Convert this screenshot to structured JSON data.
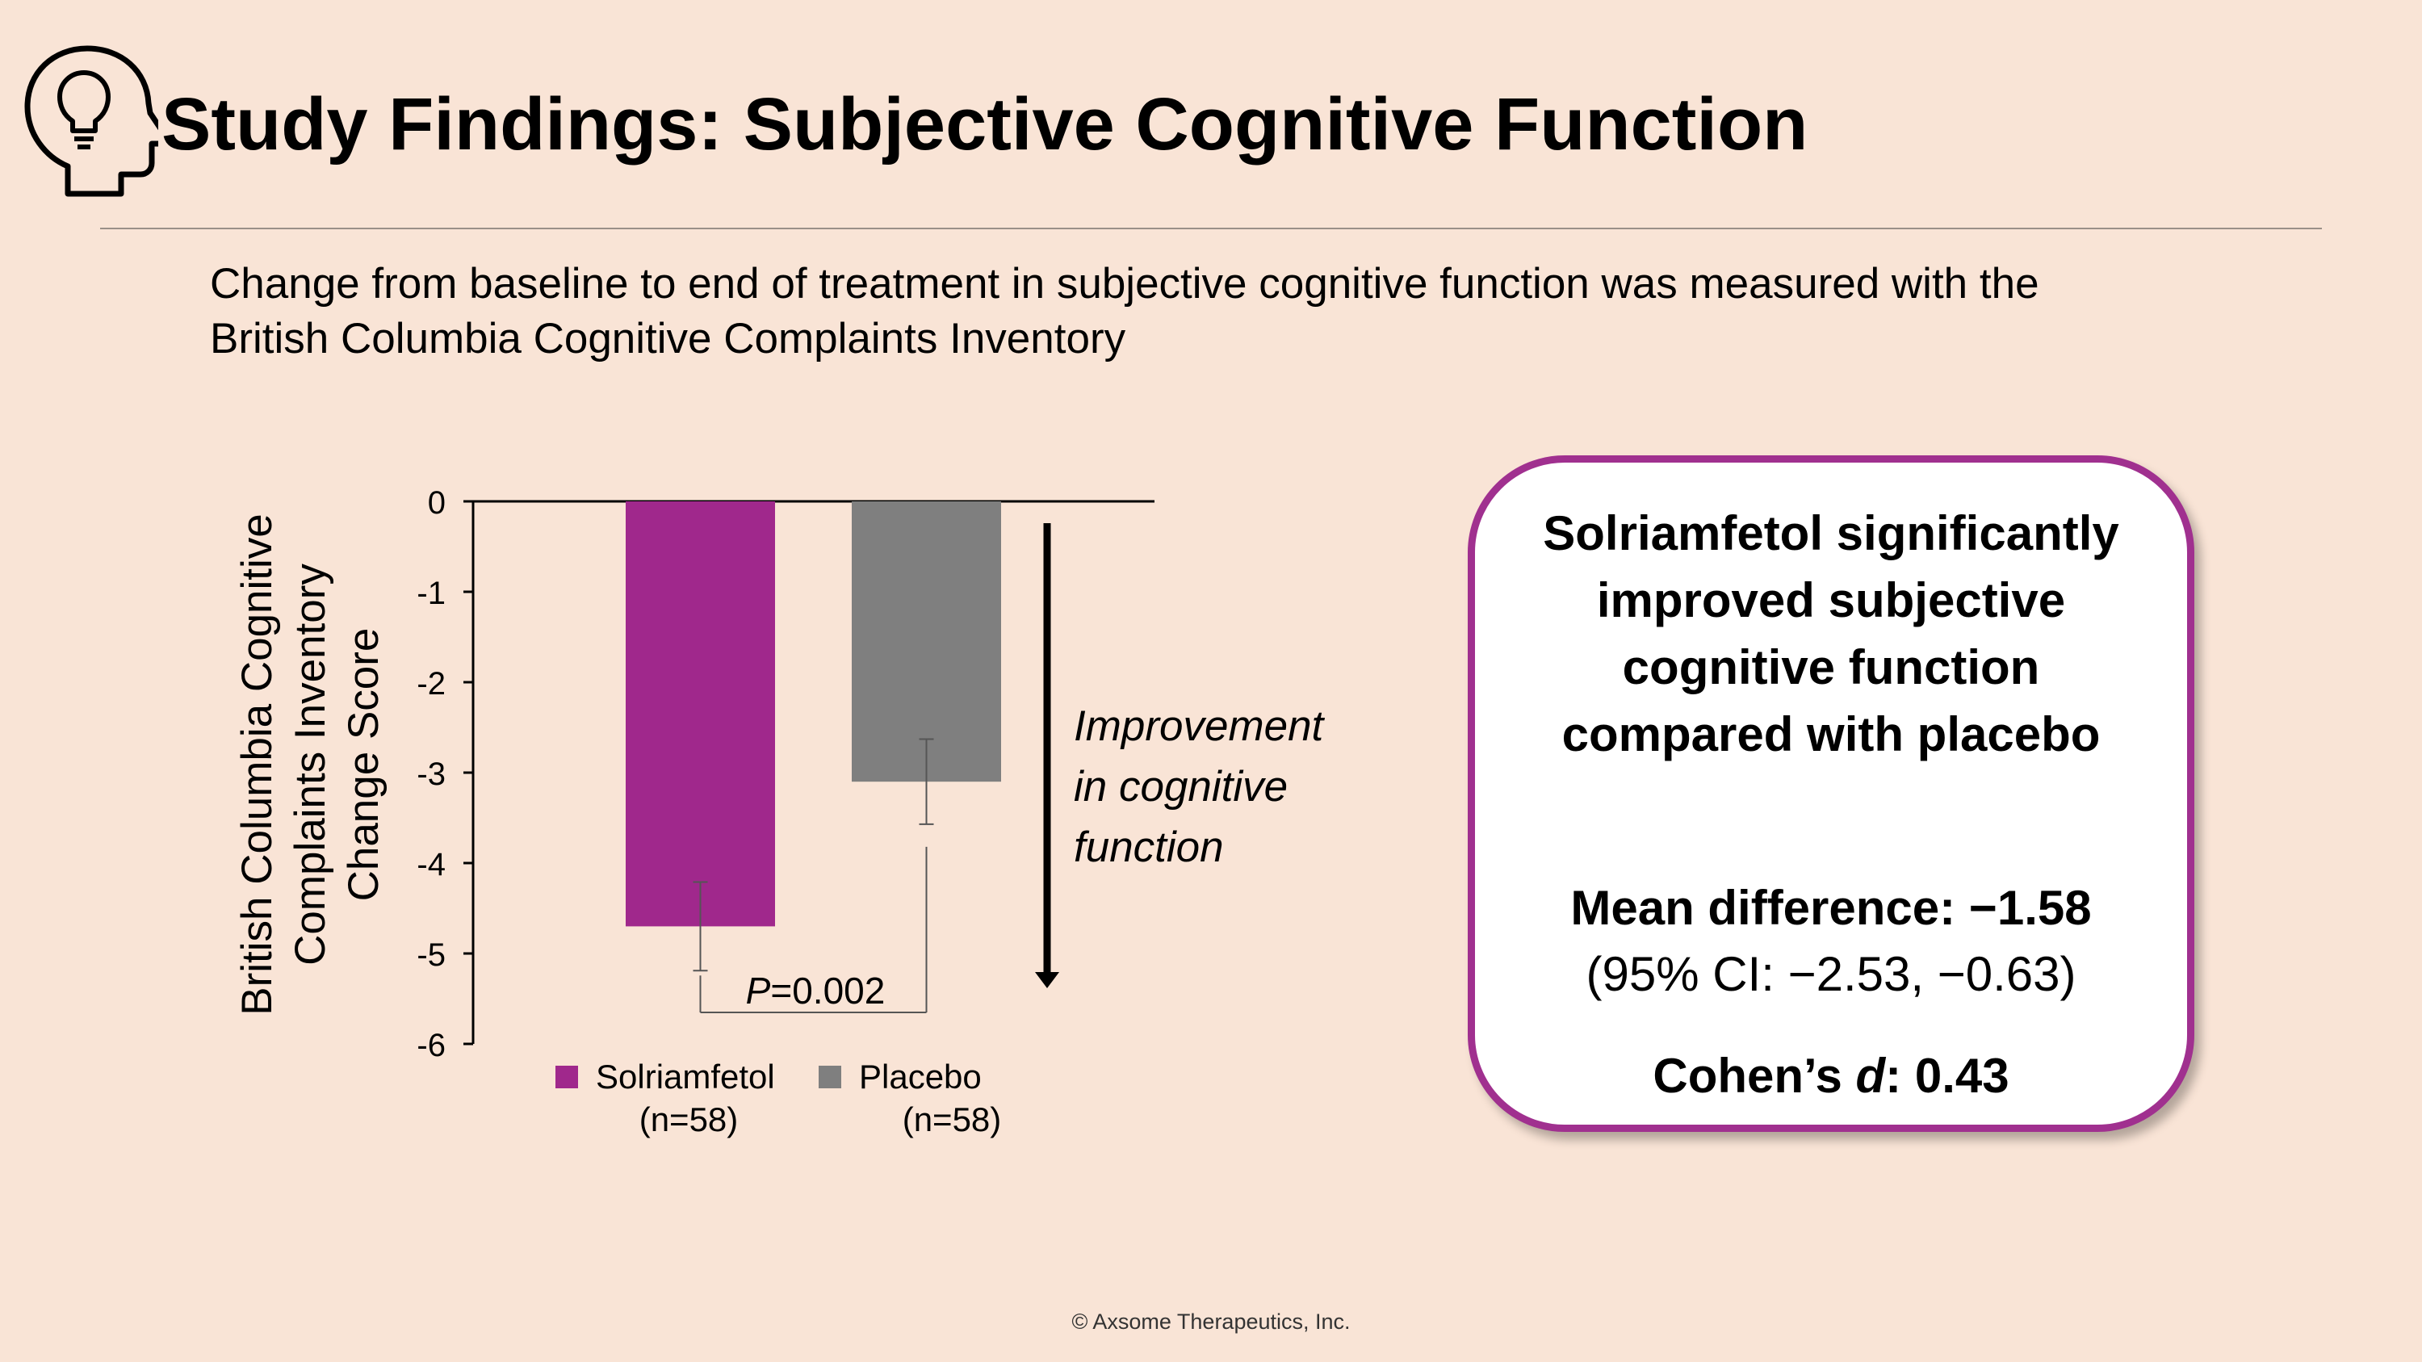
{
  "title": "Study Findings: Subjective Cognitive Function",
  "subtitle": [
    "Change from baseline to end of treatment in subjective cognitive function was measured with the",
    "British Columbia Cognitive Complaints Inventory"
  ],
  "icons": {
    "head": "head-lightbulb-icon",
    "arrow": "arrow-down-icon"
  },
  "colors": {
    "background": "#f9e4d6",
    "accent": "#a0308f",
    "solriamfetol": "#a0288c",
    "placebo": "#7f7f7f"
  },
  "chart_data": {
    "type": "bar",
    "ylabel": [
      "British Columbia Cognitive",
      "Complaints Inventory",
      "Change Score"
    ],
    "xlabel": "",
    "ylim": [
      -6,
      0
    ],
    "yticks": [
      "0",
      "-1",
      "-2",
      "-3",
      "-4",
      "-5",
      "-6"
    ],
    "grid": false,
    "legend_position": "bottom",
    "series": [
      {
        "name": "Solriamfetol",
        "n_label": "(n=58)",
        "value": -4.7,
        "error": 0.49,
        "color": "#a0288c"
      },
      {
        "name": "Placebo",
        "n_label": "(n=58)",
        "value": -3.1,
        "error": 0.47,
        "color": "#7f7f7f"
      }
    ],
    "p_value": {
      "label": "P",
      "value": "=0.002"
    },
    "annotation": [
      "Improvement",
      "in cognitive",
      "function"
    ]
  },
  "callout": {
    "heading": [
      "Solriamfetol significantly",
      "improved subjective",
      "cognitive function",
      "compared with placebo"
    ],
    "mean_difference": "Mean difference: −1.58",
    "ci": "(95% CI: −2.53, −0.63)",
    "cohen_prefix": "Cohen’s ",
    "cohen_d": "d",
    "cohen_suffix": ": 0.43"
  },
  "footer": "© Axsome Therapeutics, Inc."
}
